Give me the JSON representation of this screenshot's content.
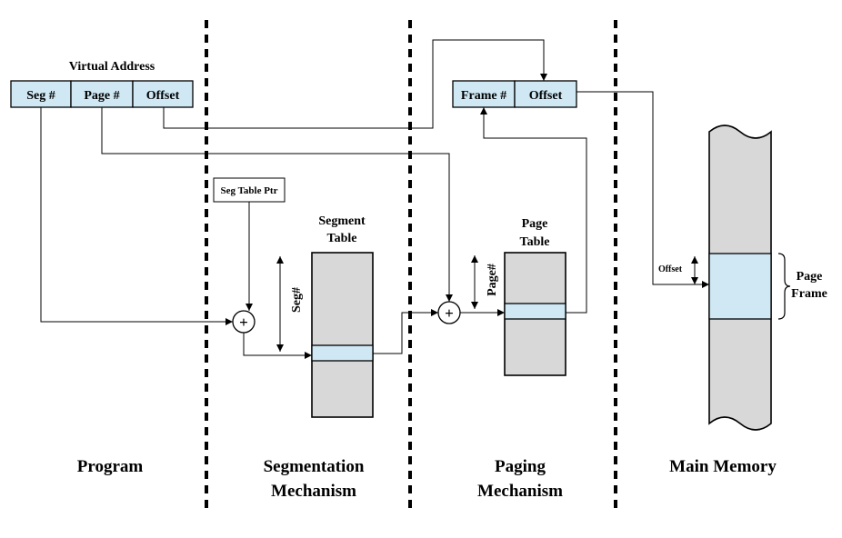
{
  "virtual_address": {
    "title": "Virtual Address",
    "fields": [
      "Seg #",
      "Page #",
      "Offset"
    ]
  },
  "physical_address": {
    "fields": [
      "Frame #",
      "Offset"
    ]
  },
  "seg_table_ptr": "Seg Table Ptr",
  "segment_table": {
    "line1": "Segment",
    "line2": "Table",
    "index_label": "Seg#"
  },
  "page_table": {
    "line1": "Page",
    "line2": "Table",
    "index_label": "Page#"
  },
  "main_memory": {
    "offset_label": "Offset",
    "frame_line1": "Page",
    "frame_line2": "Frame"
  },
  "adder_symbol": "+",
  "sections": {
    "program": "Program",
    "segmentation_line1": "Segmentation",
    "segmentation_line2": "Mechanism",
    "paging_line1": "Paging",
    "paging_line2": "Mechanism",
    "main_memory": "Main Memory"
  },
  "colors": {
    "entry_fill": "#cfe8f4",
    "table_fill": "#d8d8d8"
  }
}
